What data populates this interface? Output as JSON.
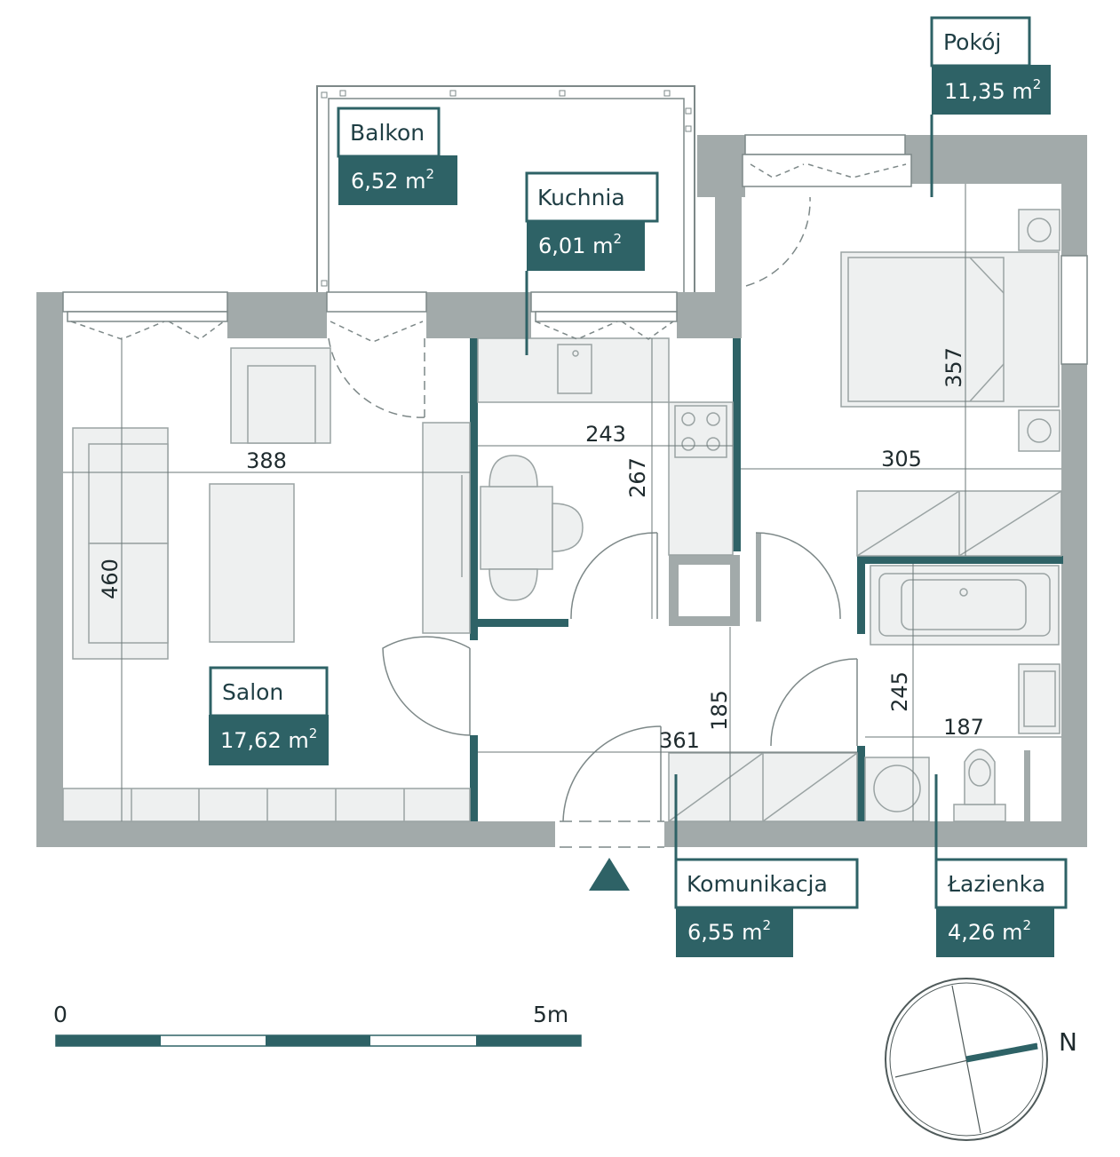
{
  "colors": {
    "accent": "#2e6266",
    "wall": "#a2aaaa",
    "furniture_fill": "#eef0f0",
    "furniture_stroke": "#9aa3a3",
    "line": "#7d8888"
  },
  "rooms": {
    "pokoj": {
      "name": "Pokój",
      "area": "11,35 m",
      "sup": "2"
    },
    "balkon": {
      "name": "Balkon",
      "area": "6,52 m",
      "sup": "2"
    },
    "kuchnia": {
      "name": "Kuchnia",
      "area": "6,01 m",
      "sup": "2"
    },
    "salon": {
      "name": "Salon",
      "area": "17,62 m",
      "sup": "2"
    },
    "komunikacja": {
      "name": "Komunikacja",
      "area": "6,55 m",
      "sup": "2"
    },
    "lazienka": {
      "name": "Łazienka",
      "area": "4,26 m",
      "sup": "2"
    }
  },
  "dimensions": {
    "d388": "388",
    "d460": "460",
    "d243": "243",
    "d267": "267",
    "d305": "305",
    "d357": "357",
    "d361": "361",
    "d185": "185",
    "d245": "245",
    "d187": "187"
  },
  "scale": {
    "start": "0",
    "end": "5m"
  },
  "compass": {
    "label": "N",
    "icon": "north-arrow-icon"
  },
  "entrance": {
    "icon": "entrance-triangle-icon"
  }
}
